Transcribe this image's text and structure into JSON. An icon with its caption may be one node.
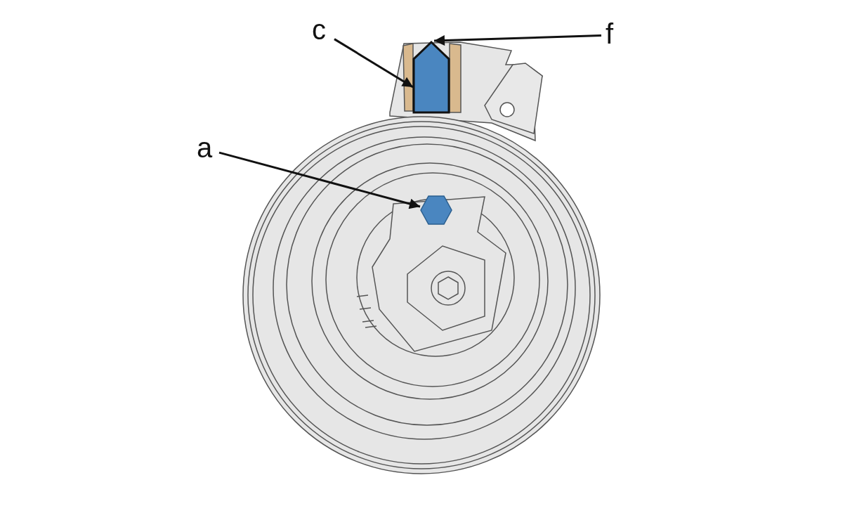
{
  "diagram": {
    "nodes": [
      {
        "text": [
          "c"
        ]
      },
      {
        "text": [
          "f"
        ]
      },
      {
        "text": [
          "a"
        ]
      },
      {
        "text": [],
        "shape": "pin"
      },
      {
        "text": [],
        "shape": "hexagon"
      }
    ],
    "edges": [
      {
        "from": 0,
        "to": 3,
        "arrow": "to"
      },
      {
        "from": 1,
        "to": 3,
        "arrow": "to"
      },
      {
        "from": 2,
        "to": 4,
        "arrow": "to"
      }
    ]
  }
}
